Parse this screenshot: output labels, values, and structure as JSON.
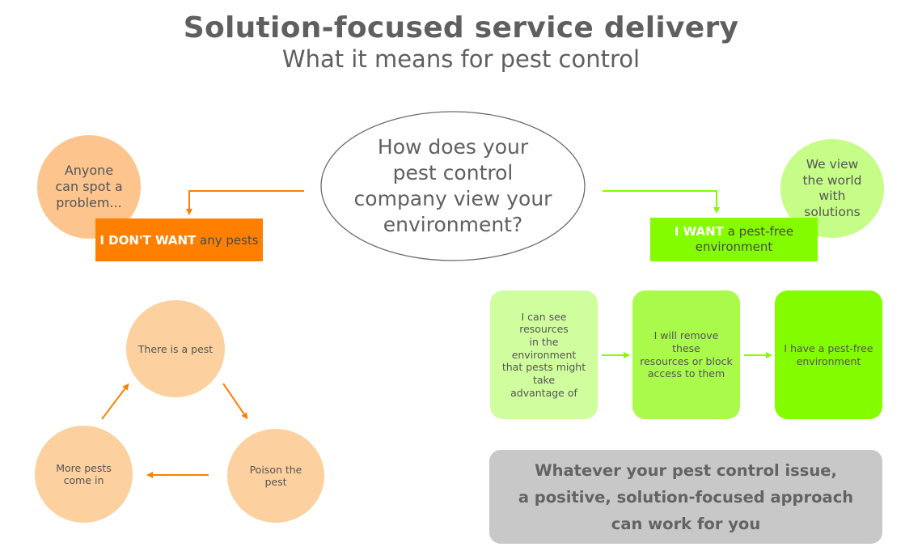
{
  "header": {
    "title": "Solution-focused service delivery",
    "subtitle": "What it means for pest control"
  },
  "colors": {
    "orange_dark": "#ff8000",
    "orange_light": "#fdc58d",
    "orange_cycle": "#fdd09f",
    "green_bright": "#84fc00",
    "green_light": "#c6fc88",
    "green_pale": "#d0fd9e",
    "green_mid": "#a9fa4a",
    "closing_gray": "#c8c8c8"
  },
  "center_question": {
    "lines": [
      "How does your",
      "pest control",
      "company view your",
      "environment?"
    ]
  },
  "left": {
    "bubble_lines": [
      "Anyone",
      "can spot a",
      "problem..."
    ],
    "statement_bold": "I DON'T WANT",
    "statement_rest": " any pests"
  },
  "right": {
    "bubble_lines": [
      "We view",
      "the world",
      "with",
      "solutions"
    ],
    "statement_bold": "I WANT",
    "statement_rest": " a pest-free",
    "statement_line2": "environment"
  },
  "cycle": {
    "nodes": [
      {
        "lines": [
          "There is a pest"
        ]
      },
      {
        "lines": [
          "Poison the",
          "pest"
        ]
      },
      {
        "lines": [
          "More pests",
          "come in"
        ]
      }
    ]
  },
  "steps": [
    {
      "lines": [
        "I can see resources",
        "in the environment",
        "that pests might take",
        "advantage of"
      ]
    },
    {
      "lines": [
        "I will remove these",
        "resources or block",
        "access to them"
      ]
    },
    {
      "lines": [
        "I have a pest-free",
        "environment"
      ]
    }
  ],
  "closing": {
    "lines": [
      "Whatever your pest control issue,",
      "a positive, solution-focused approach",
      "can work for you"
    ]
  }
}
